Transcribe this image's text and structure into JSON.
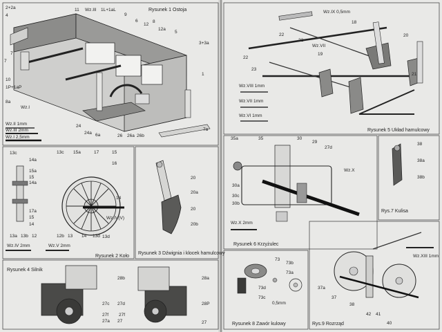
{
  "colors": {
    "paper": "#e9e9e7",
    "line": "#222222",
    "panel": "#f4f4f2",
    "shade": "#555555",
    "dark": "#2a2a2a"
  },
  "fig1": {
    "title": "Rysunek 1   Ostoja",
    "labels": [
      "2+2a",
      "4",
      "11",
      "Wz.III",
      "1L+1aL",
      "9",
      "6",
      "12",
      "8",
      "12a",
      "5",
      "3+3a",
      "7",
      "1",
      "10",
      "1P+1aP",
      "8a",
      "Wz.I",
      "7",
      "24",
      "24a",
      "6a",
      "26",
      "26a",
      "26b",
      "7a"
    ],
    "legend": [
      "Wz.II  1mm",
      "Wz.III  2mm",
      "Wz.I   2,5mm"
    ]
  },
  "fig5": {
    "title": "Rysunek 5   Układ hamulcowy",
    "labels": [
      "Wz.IX  0,5mm",
      "18",
      "22",
      "22",
      "20",
      "Wz.VII",
      "19",
      "23",
      "22",
      "21",
      "Wz.VIII  1mm",
      "Wz.VII  1mm",
      "Wz.VI  1mm"
    ]
  },
  "fig2": {
    "title": "Rysunek 2   Koło",
    "labels": [
      "13c",
      "13c",
      "15a",
      "17",
      "15",
      "14a",
      "16",
      "15a",
      "15",
      "14a",
      "14",
      "17a",
      "15",
      "14",
      "13d",
      "Wz.IV(V)",
      "12b",
      "13",
      "14",
      "13d",
      "13a",
      "13b",
      "12",
      "Wz.IV  2mm",
      "Wz.V  2mm"
    ]
  },
  "fig3": {
    "title": "Rysunek 3   Dźwignia i klocek hamulcowy",
    "labels": [
      "20",
      "20a",
      "20",
      "20b"
    ]
  },
  "fig6": {
    "title": "Rysunek 6   Krzyżulec",
    "labels": [
      "35a",
      "35",
      "30",
      "29",
      "27d",
      "Wz.X",
      "30a",
      "30c",
      "30b",
      "Wz.X  2mm"
    ]
  },
  "fig7": {
    "title": "Rys.7   Kulisa",
    "labels": [
      "38",
      "38a",
      "38b"
    ]
  },
  "fig4": {
    "title": "Rysunek 4   Silnik",
    "labels": [
      "28b",
      "28a",
      "27c",
      "27d",
      "28P",
      "27f",
      "27f",
      "27a",
      "27",
      "27"
    ]
  },
  "fig8": {
    "title": "Rysunek 8   Zawór kulowy",
    "labels": [
      "73",
      "73b",
      "73a",
      "73d",
      "73c",
      "0,5mm"
    ]
  },
  "fig9": {
    "title": "Rys.9   Rozrząd",
    "labels": [
      "Wz.XIII  1mm",
      "37a",
      "37",
      "38",
      "42",
      "41",
      "40"
    ]
  }
}
